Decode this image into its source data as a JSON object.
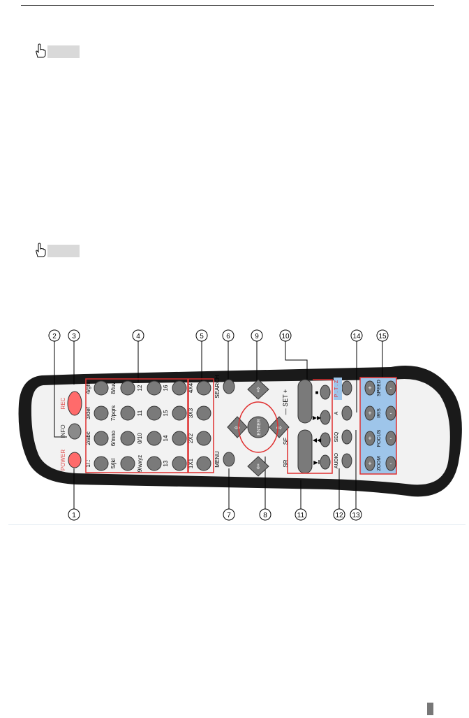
{
  "header_rule": true,
  "notes": [
    {
      "icon": "hand-pointer-icon"
    },
    {
      "icon": "hand-pointer-icon"
    }
  ],
  "remote": {
    "callouts": [
      "2",
      "3",
      "4",
      "5",
      "6",
      "9",
      "10",
      "14",
      "15",
      "1",
      "7",
      "8",
      "11",
      "12",
      "13"
    ],
    "rec": "REC",
    "info": "INFO",
    "power": "POWER",
    "search": "SEARCH",
    "menu": "MENU",
    "enter": "ENTER",
    "set": "— SET +",
    "ptz": "P . T . Z",
    "a": "A",
    "seq": "SEQ",
    "audio": "AUDIO",
    "sf": "SF",
    "sr": "SR",
    "speed": "SPEED",
    "iris": "IRIS",
    "focus": "FOCUS",
    "zoom": "ZOOM",
    "plus": "+",
    "minus": "-",
    "key_labels": {
      "c1": [
        "4/ghi",
        "3/def",
        "2/abc",
        "1/.:"
      ],
      "c2": [
        "8/tuv",
        "7/pqrs",
        "6/mno",
        "5/jkl"
      ],
      "c3": [
        "12",
        "11",
        "0/10",
        "9/wxyz"
      ],
      "c4": [
        "16",
        "15",
        "14",
        "13"
      ],
      "c5": [
        "4X4",
        "3X3",
        "2X2",
        "1X1"
      ]
    }
  }
}
